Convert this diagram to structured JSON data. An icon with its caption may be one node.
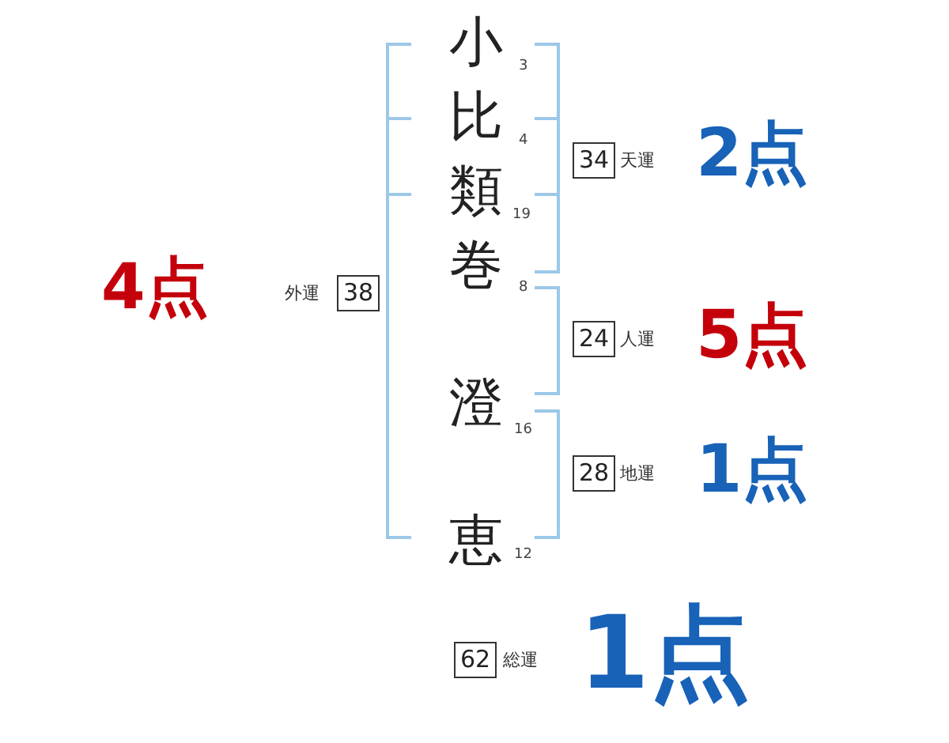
{
  "diagram": {
    "nodes": [
      {
        "text": [
          "34"
        ],
        "beside": [
          "天運",
          "2点"
        ]
      },
      {
        "text": [
          "38"
        ],
        "beside": [
          "外運",
          "4点"
        ]
      },
      {
        "text": [
          "24"
        ],
        "beside": [
          "人運",
          "5点"
        ]
      },
      {
        "text": [
          "28"
        ],
        "beside": [
          "地運",
          "1点"
        ]
      },
      {
        "text": [
          "62"
        ],
        "beside": [
          "総運",
          "1点"
        ]
      }
    ],
    "edges": [],
    "labels": [
      "小",
      "3",
      "比",
      "4",
      "類",
      "19",
      "巻",
      "8",
      "澄",
      "16",
      "恵",
      "12"
    ]
  }
}
